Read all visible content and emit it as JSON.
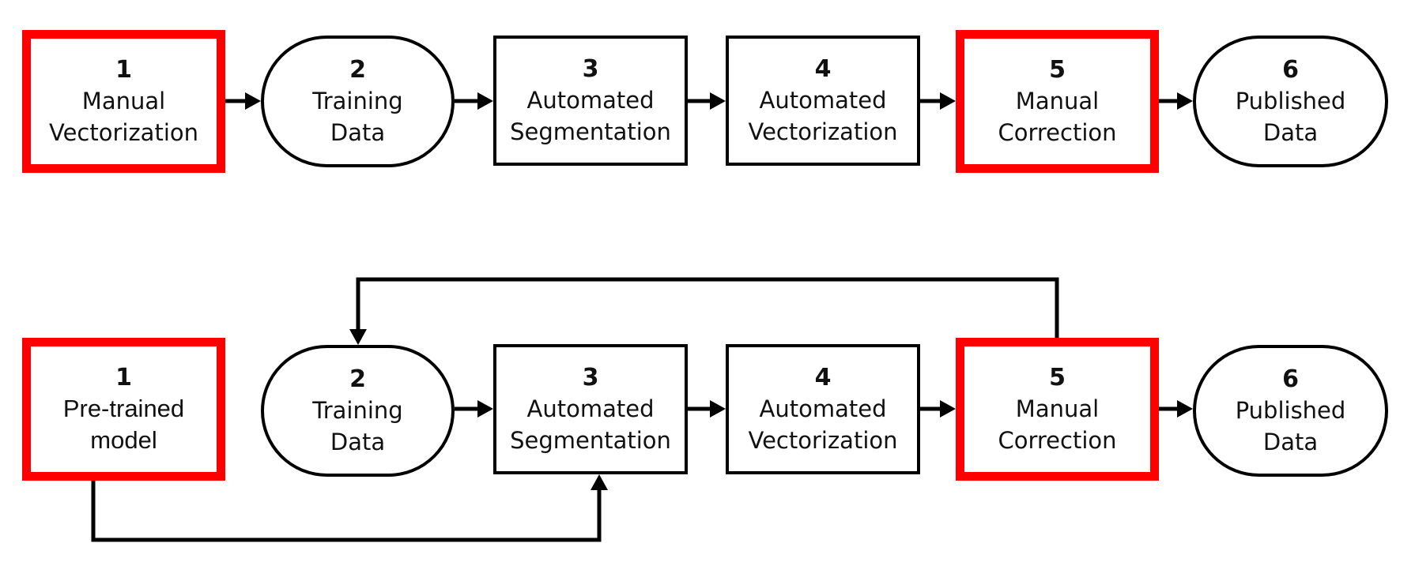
{
  "colors": {
    "highlight": "#ff0000",
    "line": "#000000",
    "background": "#ffffff"
  },
  "top_row": [
    {
      "num": "1",
      "lines": [
        "Manual",
        "Vectorization"
      ],
      "shape": "rect",
      "highlight": true
    },
    {
      "num": "2",
      "lines": [
        "Training",
        "Data"
      ],
      "shape": "pill",
      "highlight": false
    },
    {
      "num": "3",
      "lines": [
        "Automated",
        "Segmentation"
      ],
      "shape": "rect",
      "highlight": false
    },
    {
      "num": "4",
      "lines": [
        "Automated",
        "Vectorization"
      ],
      "shape": "rect",
      "highlight": false
    },
    {
      "num": "5",
      "lines": [
        "Manual",
        "Correction"
      ],
      "shape": "rect",
      "highlight": true
    },
    {
      "num": "6",
      "lines": [
        "Published",
        "Data"
      ],
      "shape": "pill",
      "highlight": false
    }
  ],
  "bottom_row": [
    {
      "num": "1",
      "lines": [
        "Pre-trained",
        "model"
      ],
      "shape": "rect",
      "highlight": true
    },
    {
      "num": "2",
      "lines": [
        "Training",
        "Data"
      ],
      "shape": "pill",
      "highlight": false
    },
    {
      "num": "3",
      "lines": [
        "Automated",
        "Segmentation"
      ],
      "shape": "rect",
      "highlight": false
    },
    {
      "num": "4",
      "lines": [
        "Automated",
        "Vectorization"
      ],
      "shape": "rect",
      "highlight": false
    },
    {
      "num": "5",
      "lines": [
        "Manual",
        "Correction"
      ],
      "shape": "rect",
      "highlight": true
    },
    {
      "num": "6",
      "lines": [
        "Published",
        "Data"
      ],
      "shape": "pill",
      "highlight": false
    }
  ],
  "connections": [
    {
      "from": "top_row.0",
      "to": "top_row.1"
    },
    {
      "from": "top_row.1",
      "to": "top_row.2"
    },
    {
      "from": "top_row.2",
      "to": "top_row.3"
    },
    {
      "from": "top_row.3",
      "to": "top_row.4"
    },
    {
      "from": "top_row.4",
      "to": "top_row.5"
    },
    {
      "from": "bottom_row.1",
      "to": "bottom_row.2"
    },
    {
      "from": "bottom_row.2",
      "to": "bottom_row.3"
    },
    {
      "from": "bottom_row.3",
      "to": "bottom_row.4"
    },
    {
      "from": "bottom_row.4",
      "to": "bottom_row.5"
    },
    {
      "from": "bottom_row.4",
      "to": "bottom_row.1",
      "kind": "feedback-loop"
    },
    {
      "from": "bottom_row.0",
      "to": "bottom_row.2",
      "kind": "bypass"
    }
  ]
}
